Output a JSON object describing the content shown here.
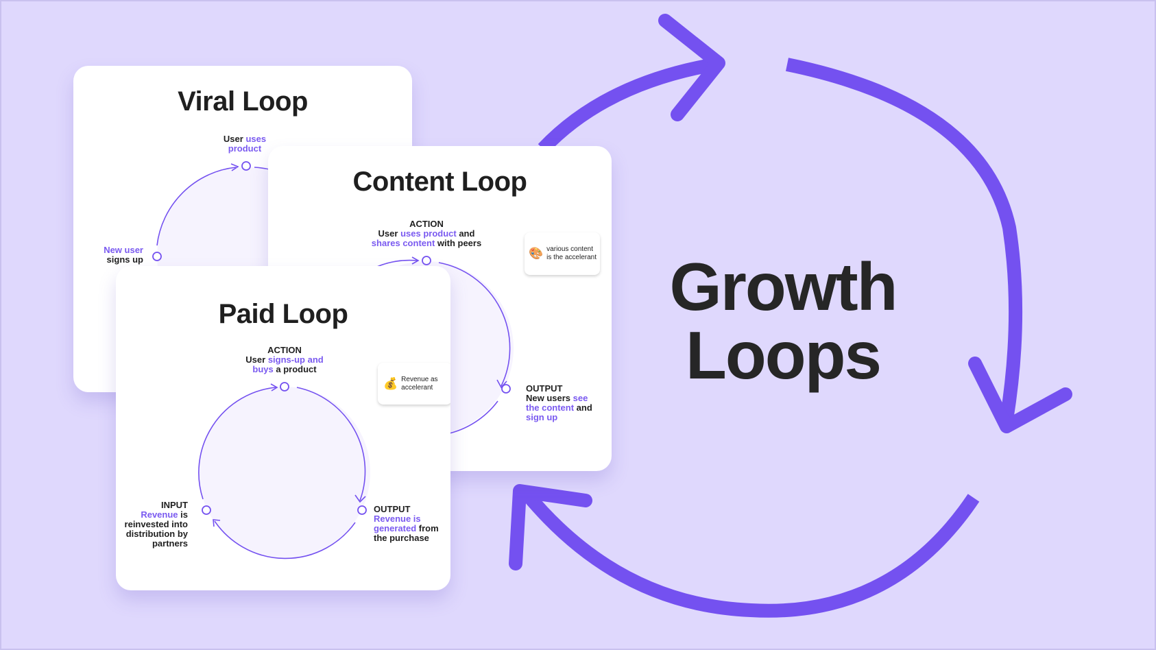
{
  "colors": {
    "background": "#dfd8fd",
    "accent": "#7451f0",
    "text": "#1f1f1f",
    "card": "#ffffff"
  },
  "title": {
    "line1": "Growth",
    "line2": "Loops"
  },
  "big_arrows_icon": "circular-arrows-icon",
  "cards": {
    "viral": {
      "title": "Viral Loop",
      "nodes": {
        "action": {
          "plain": "User ",
          "highlight": "uses product"
        },
        "input": {
          "highlight": "New user",
          "plain": "signs up"
        }
      }
    },
    "content": {
      "title": "Content Loop",
      "nodes": {
        "action": {
          "head": "ACTION",
          "plain1": "User ",
          "highlight1": "uses product",
          "plain2": " and",
          "highlight2": "shares content",
          "plain3": " with peers"
        },
        "output": {
          "head": "OUTPUT",
          "plain1": "New users ",
          "highlight1": "see the content",
          "plain2": " and",
          "highlight2": "sign up"
        }
      },
      "badge": {
        "icon": "🎨",
        "icon_name": "palette-icon",
        "line1": "various content",
        "line2": "is the accelerant"
      }
    },
    "paid": {
      "title": "Paid Loop",
      "nodes": {
        "action": {
          "head": "ACTION",
          "plain1": "User ",
          "highlight1": "signs-up and",
          "highlight2": "buys",
          "plain2": " a product"
        },
        "output": {
          "head": "OUTPUT",
          "highlight1": "Revenue is",
          "highlight2": "generated",
          "plain1": " from",
          "plain2": "the purchase"
        },
        "input": {
          "head": "INPUT",
          "highlight1": "Revenue",
          "plain1": " is",
          "plain2": "reinvested into",
          "plain3": "distribution by",
          "plain4": "partners"
        }
      },
      "badge": {
        "icon": "💰",
        "icon_name": "money-bag-icon",
        "line1": "Revenue as",
        "line2": "accelerant"
      }
    }
  }
}
